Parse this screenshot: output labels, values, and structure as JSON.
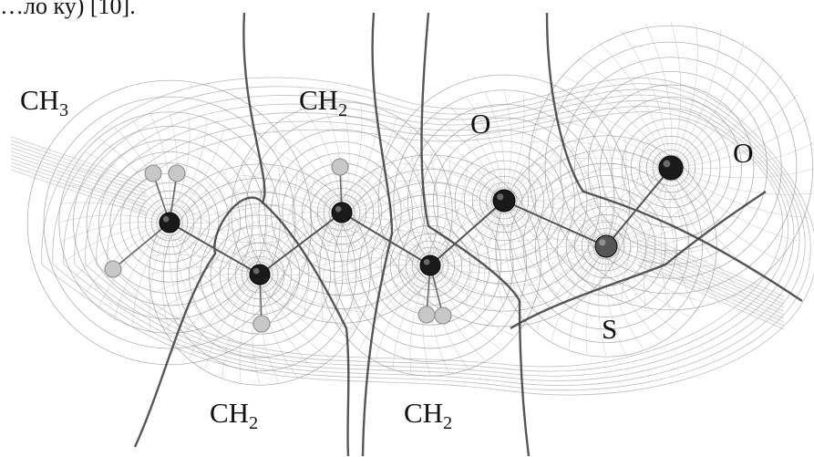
{
  "caption": "…ло ку) [10].",
  "groups": [
    {
      "id": "ch3",
      "main": "CH",
      "sub": "3"
    },
    {
      "id": "ch2_top",
      "main": "CH",
      "sub": "2"
    },
    {
      "id": "o_mid",
      "main": "O",
      "sub": ""
    },
    {
      "id": "o_right",
      "main": "O",
      "sub": ""
    },
    {
      "id": "s",
      "main": "S",
      "sub": ""
    },
    {
      "id": "ch2_bl",
      "main": "CH",
      "sub": "2"
    },
    {
      "id": "ch2_br",
      "main": "CH",
      "sub": "2"
    }
  ],
  "colors": {
    "ink": "#111111",
    "contour": "#8a8a8a",
    "gradient": "#b0b0b0",
    "atom": "#1a1a1a",
    "hydrogen": "#c8c8c8"
  }
}
